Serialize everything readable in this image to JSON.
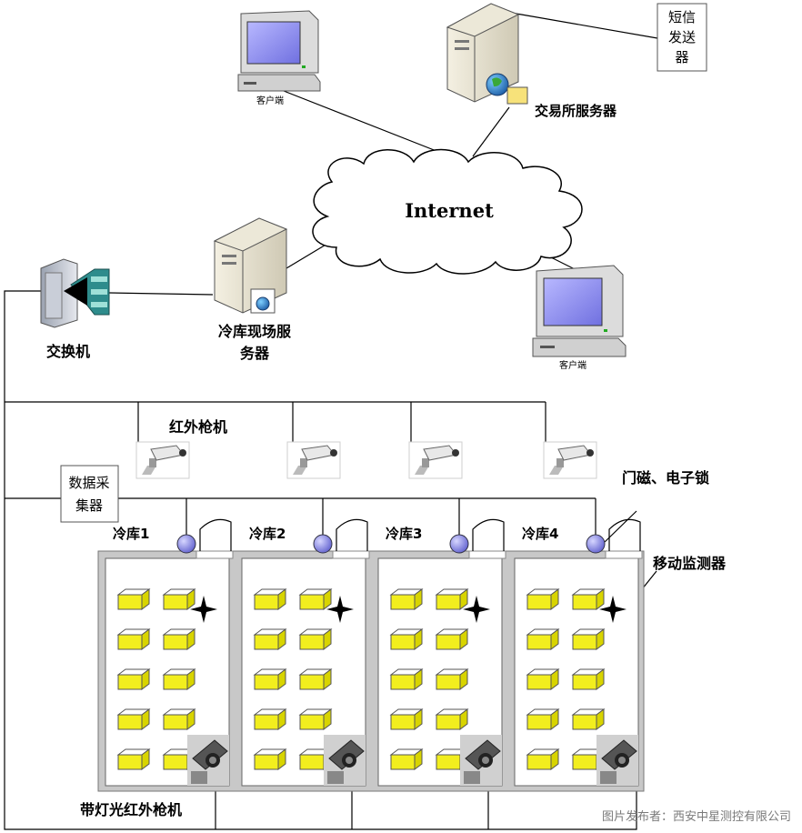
{
  "nodes": {
    "client_top": "客户端",
    "exchange_server": "交易所服务器",
    "sms_line1": "短信",
    "sms_line2": "发送",
    "sms_line3": "器",
    "internet": "Internet",
    "site_server_line1": "冷库现场服",
    "site_server_line2": "务器",
    "switch": "交换机",
    "client_right": "客户端",
    "ir_gun_camera": "红外枪机",
    "data_collector_line1": "数据采",
    "data_collector_line2": "集器",
    "door_lock": "门磁、电子锁",
    "mobile_monitor": "移动监测器",
    "lighted_ir_camera": "带灯光红外枪机"
  },
  "rooms": [
    {
      "label": "冷库1"
    },
    {
      "label": "冷库2"
    },
    {
      "label": "冷库3"
    },
    {
      "label": "冷库4"
    }
  ],
  "credit": "图片发布者：西安中星测控有限公司",
  "colors": {
    "line": "#000000",
    "room_frame": "#c8c8c8",
    "box_yellow": "#f2ee1e",
    "sensor_blue": "#8c8ce6",
    "monitor_screen": "#9a9af0"
  }
}
